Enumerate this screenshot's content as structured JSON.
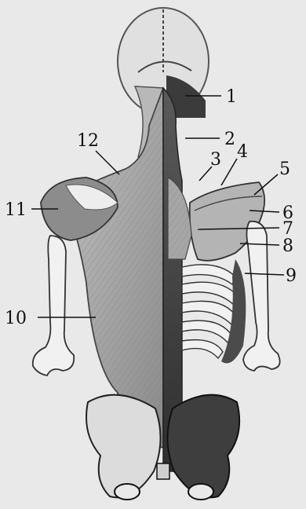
{
  "labels": {
    "l1": "1",
    "l2": "2",
    "l3": "3",
    "l4": "4",
    "l5": "5",
    "l6": "6",
    "l7": "7",
    "l8": "8",
    "l9": "9",
    "l10": "10",
    "l11": "11",
    "l12": "12"
  },
  "colors": {
    "background": "#e9e9e9",
    "bone": "#f1f1f1",
    "muscle_light": "#a9a9a9",
    "muscle_dark": "#6a6a6a",
    "ink": "#111111"
  }
}
